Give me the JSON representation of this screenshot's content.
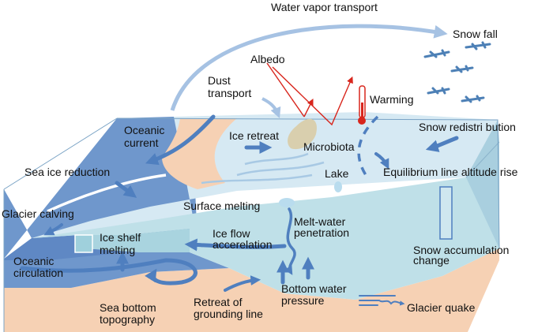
{
  "labels": {
    "water_vapor": "Water vapor transport",
    "snow_fall": "Snow fall",
    "albedo": "Albedo",
    "dust_1": "Dust",
    "dust_2": "transport",
    "warming": "Warming",
    "oceanic_current_1": "Oceanic",
    "oceanic_current_2": "current",
    "ice_retreat": "Ice retreat",
    "microbiota": "Microbiota",
    "snow_redistribution": "Snow redistri bution",
    "sea_ice_reduction": "Sea ice reduction",
    "lake": "Lake",
    "ela_rise": "Equilibrium line altitude rise",
    "glacier_calving": "Glacier calving",
    "surface_melting": "Surface melting",
    "meltwater_1": "Melt-water",
    "meltwater_2": "penetration",
    "ice_shelf_1": "Ice shelf",
    "ice_shelf_2": "melting",
    "ice_flow_1": "Ice flow",
    "ice_flow_2": "accerelation",
    "snow_acc_1": "Snow accumulation",
    "snow_acc_2": "change",
    "oceanic_circ_1": "Oceanic",
    "oceanic_circ_2": "circulation",
    "bottom_water_1": "Bottom water",
    "bottom_water_2": "pressure",
    "sea_bottom_1": "Sea bottom",
    "sea_bottom_2": "topography",
    "retreat_1": "Retreat of",
    "retreat_2": "grounding line",
    "glacier_quake": "Glacier quake"
  },
  "colors": {
    "ocean_dark": "#5f88c4",
    "ocean_light": "#b6cde9",
    "ice_top": "#d6e9f3",
    "ice_front": "#bfe0e8",
    "sand": "#f6d1b4",
    "arrow_blue": "#4f7fbf",
    "arrow_light": "#a6c2e3",
    "albedo_red": "#d8261d",
    "snow_flake": "#4d80b6"
  }
}
